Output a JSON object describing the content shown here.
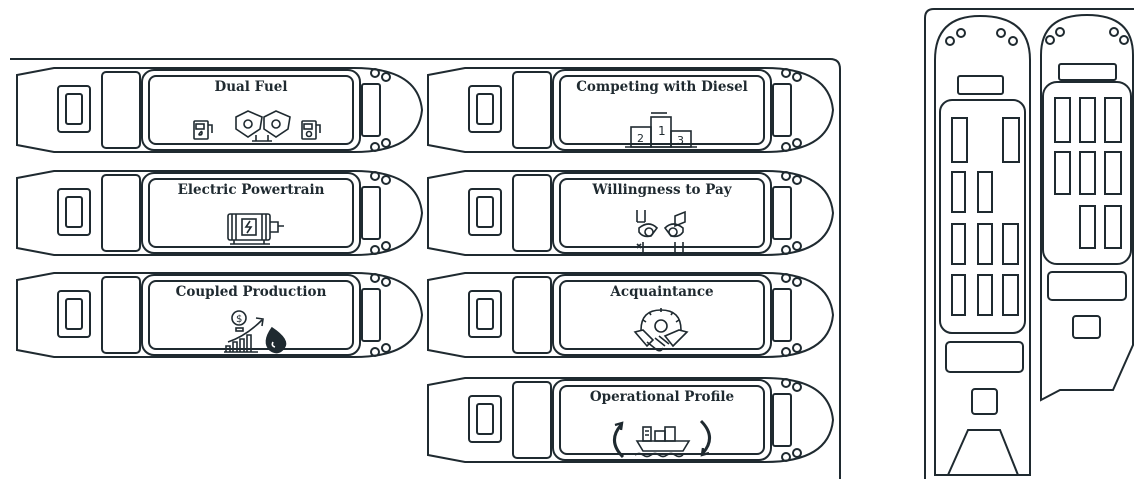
{
  "colors": {
    "stroke": "#1f2a30",
    "background": "#ffffff"
  },
  "left_column": [
    {
      "label": "Dual Fuel",
      "icon": "dual-fuel-engine-icon"
    },
    {
      "label": "Electric Powertrain",
      "icon": "electric-motor-icon"
    },
    {
      "label": "Coupled Production",
      "icon": "coupled-production-icon"
    }
  ],
  "right_column": [
    {
      "label": "Competing with Diesel",
      "icon": "podium-icon"
    },
    {
      "label": "Willingness to Pay",
      "icon": "payment-exchange-icon"
    },
    {
      "label": "Acquaintance",
      "icon": "handshake-gear-icon"
    },
    {
      "label": "Operational Profile",
      "icon": "container-ship-cycle-icon"
    }
  ]
}
